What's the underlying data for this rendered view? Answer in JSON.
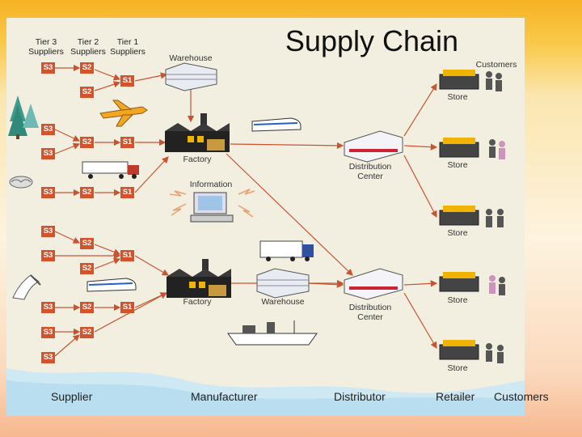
{
  "title": "Supply Chain",
  "tier_headers": [
    {
      "id": "tier3",
      "text": "Tier 3\nSuppliers"
    },
    {
      "id": "tier2",
      "text": "Tier 2\nSuppliers"
    },
    {
      "id": "tier1",
      "text": "Tier 1\nSuppliers"
    }
  ],
  "nodes": {
    "warehouse_top": "Warehouse",
    "factory_top": "Factory",
    "information": "Information",
    "factory_bottom": "Factory",
    "warehouse_bottom": "Warehouse",
    "dc_top": "Distribution\nCenter",
    "dc_bottom": "Distribution\nCenter",
    "customers": "Customers",
    "store": "Store"
  },
  "supplier_boxes": {
    "s3": "S3",
    "s2": "S2",
    "s1": "S1"
  },
  "bottom_labels": {
    "supplier": "Supplier",
    "manufacturer": "Manufacturer",
    "distributor": "Distributor",
    "retailer": "Retailer",
    "customers": "Customers"
  },
  "colors": {
    "arrow": "#c9532e",
    "supplier_box": "#d4532d",
    "panel": "#f2efe1",
    "water": "#bfe3f2"
  },
  "icons": [
    "warehouse-icon",
    "airplane-icon",
    "train-icon",
    "factory-icon",
    "truck-icon",
    "computer-icon",
    "ship-icon",
    "distribution-center-icon",
    "store-icon",
    "people-icon",
    "tree-icon"
  ]
}
